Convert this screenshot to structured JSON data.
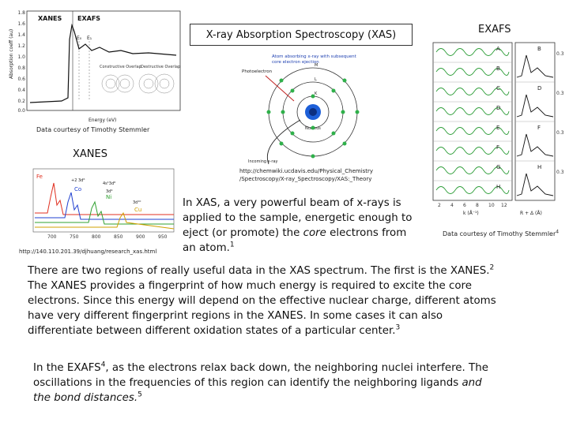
{
  "slide": {
    "title": "X-ray Absorption Spectroscopy (XAS)",
    "exafs_heading": "EXAFS",
    "xanes_heading": "XANES",
    "credit_top": "Data courtesy of Timothy Stemmler",
    "credit_exafs": "Data courtesy of Timothy Stemmler",
    "credit_exafs_sup": "4",
    "url_chemwiki_1": "http://chemwiki.ucdavis.edu/Physical_Chemistry",
    "url_chemwiki_2": "/Spectroscopy/X-ray_Spectroscopy/XAS:_Theory",
    "url_xanes": "http://140.110.201.39/djhuang/research_xas.html"
  },
  "figures": {
    "spectrum": {
      "xanes_label": "XANES",
      "exafs_label": "EXAFS",
      "e0": "E₀",
      "e1": "E₁",
      "constructive": "Constructive Overlap",
      "destructive": "Destructive Overlap",
      "ylabel": "Absorption coeff (au)",
      "xlabel": "Energy (eV)",
      "yticks": [
        "1.8",
        "1.6",
        "1.4",
        "1.2",
        "1.0",
        "0.8",
        "0.6",
        "0.4",
        "0.2",
        "0.0"
      ]
    },
    "atom": {
      "caption_1": "Atom absorbing x-ray with subsequent",
      "caption_2": "core electron ejection",
      "photoelectron": "Photoelectron",
      "nucleus": "Nucleus",
      "incoming": "Incoming x-ray",
      "shells": [
        "K",
        "L",
        "M"
      ]
    },
    "xanes_plot": {
      "fe": "Fe",
      "co": "Co",
      "ni": "Ni",
      "cu": "Cu",
      "label_a": "+2 3d⁶",
      "label_b": "4s¹3d⁸",
      "label_c": "3d⁹",
      "label_d": "3d¹⁰",
      "xticks": [
        "700",
        "750",
        "800",
        "850",
        "900",
        "950"
      ]
    },
    "exafs_panels": {
      "left_labels": [
        "A",
        "B",
        "C",
        "D",
        "E",
        "F",
        "G",
        "H"
      ],
      "right_labels": [
        "B",
        "D",
        "F",
        "H"
      ],
      "right_ticks": [
        "0.3",
        "0.3",
        "0.3",
        "0.3"
      ],
      "xlabel_left": "k (Å⁻¹)",
      "xlabel_right": "R + Δ (Å)",
      "x_ticks": [
        "2",
        "4",
        "6",
        "8",
        "10",
        "12"
      ]
    }
  },
  "text": {
    "p1_line1": "In XAS, a very powerful beam of x-rays is",
    "p1_line2": "applied to the sample, energetic enough to",
    "p1_line3_pre": "eject (or promote) the ",
    "p1_line3_em": "core",
    "p1_line3_post": " electrons from",
    "p1_line4": "an atom.",
    "p1_sup": "1",
    "p2_l1": "There are two regions of really useful data in the XAS spectrum.  The first is the XANES.",
    "p2_sup1": "2",
    "p2_l2": "The XANES provides a fingerprint of how much energy is required to excite the core",
    "p2_l3": "electrons.  Since this energy will depend on the effective nuclear charge, different atoms",
    "p2_l4": "have very different fingerprint regions in the XANES.  In some cases it can also",
    "p2_l5": "differentiate between different oxidation states of a particular center.",
    "p2_sup2": "3",
    "p3_l1_pre": "In the EXAFS",
    "p3_sup1": "4",
    "p3_l1_post": ", as the electrons relax back down, the neighboring nuclei interfere.  The",
    "p3_l2_pre": "oscillations in the frequencies of this region can identify the neighboring ligands ",
    "p3_l2_em": "and",
    "p3_l3_em": "the bond distances.",
    "p3_sup2": "5"
  },
  "colors": {
    "exafs_green": "#2f9e3a",
    "fe": "#e03020",
    "co": "#2040d0",
    "ni": "#30a030",
    "cu": "#d0a000",
    "nucleus": "#1d5fd8",
    "electron": "#2fb04a"
  }
}
